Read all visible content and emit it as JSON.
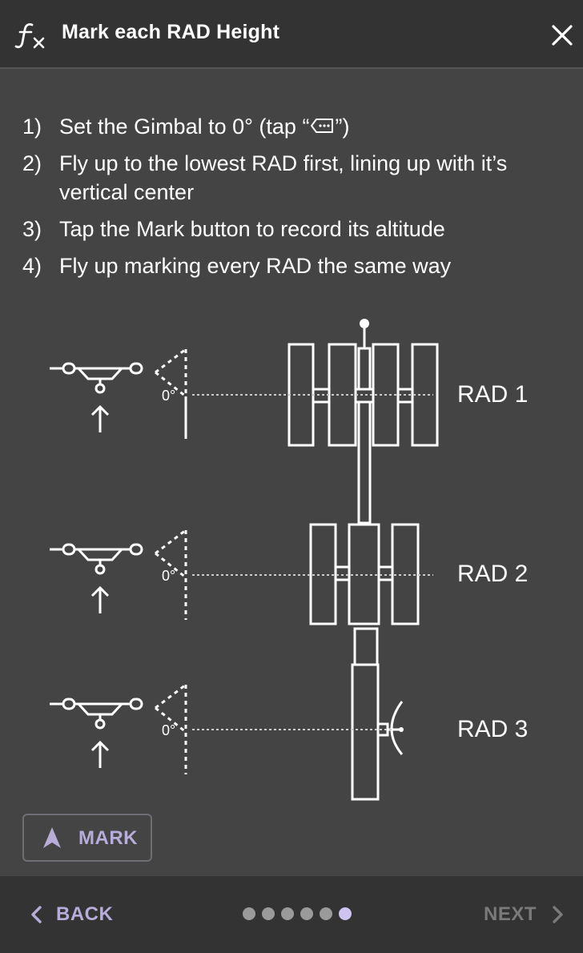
{
  "header": {
    "title": "Mark each RAD Height",
    "icons": {
      "app": "function-fx-icon",
      "close": "close-icon"
    }
  },
  "instructions": [
    {
      "num": "1)",
      "pre": "Set the Gimbal to 0° (tap “",
      "icon": "gimbal-reset-icon",
      "post": "”)"
    },
    {
      "num": "2)",
      "text": "Fly up to the lowest RAD first, lining up with it’s vertical center"
    },
    {
      "num": "3)",
      "text": "Tap the Mark button to record its altitude"
    },
    {
      "num": "4)",
      "text": "Fly up marking every RAD the same way"
    }
  ],
  "diagram": {
    "angle_label": "0°",
    "rads": [
      {
        "label": "RAD 1"
      },
      {
        "label": "RAD 2"
      },
      {
        "label": "RAD 3"
      }
    ]
  },
  "mark_button": {
    "label": "MARK",
    "icon": "navigation-arrow-icon"
  },
  "footer": {
    "back_label": "BACK",
    "next_label": "NEXT",
    "pages": 6,
    "current_page": 6
  },
  "colors": {
    "background": "#444444",
    "bar": "#333333",
    "accent": "#b8acd8",
    "active_dot": "#cfc3f0",
    "inactive_dot": "#9a9a9a",
    "disabled": "#7a7a7a"
  }
}
